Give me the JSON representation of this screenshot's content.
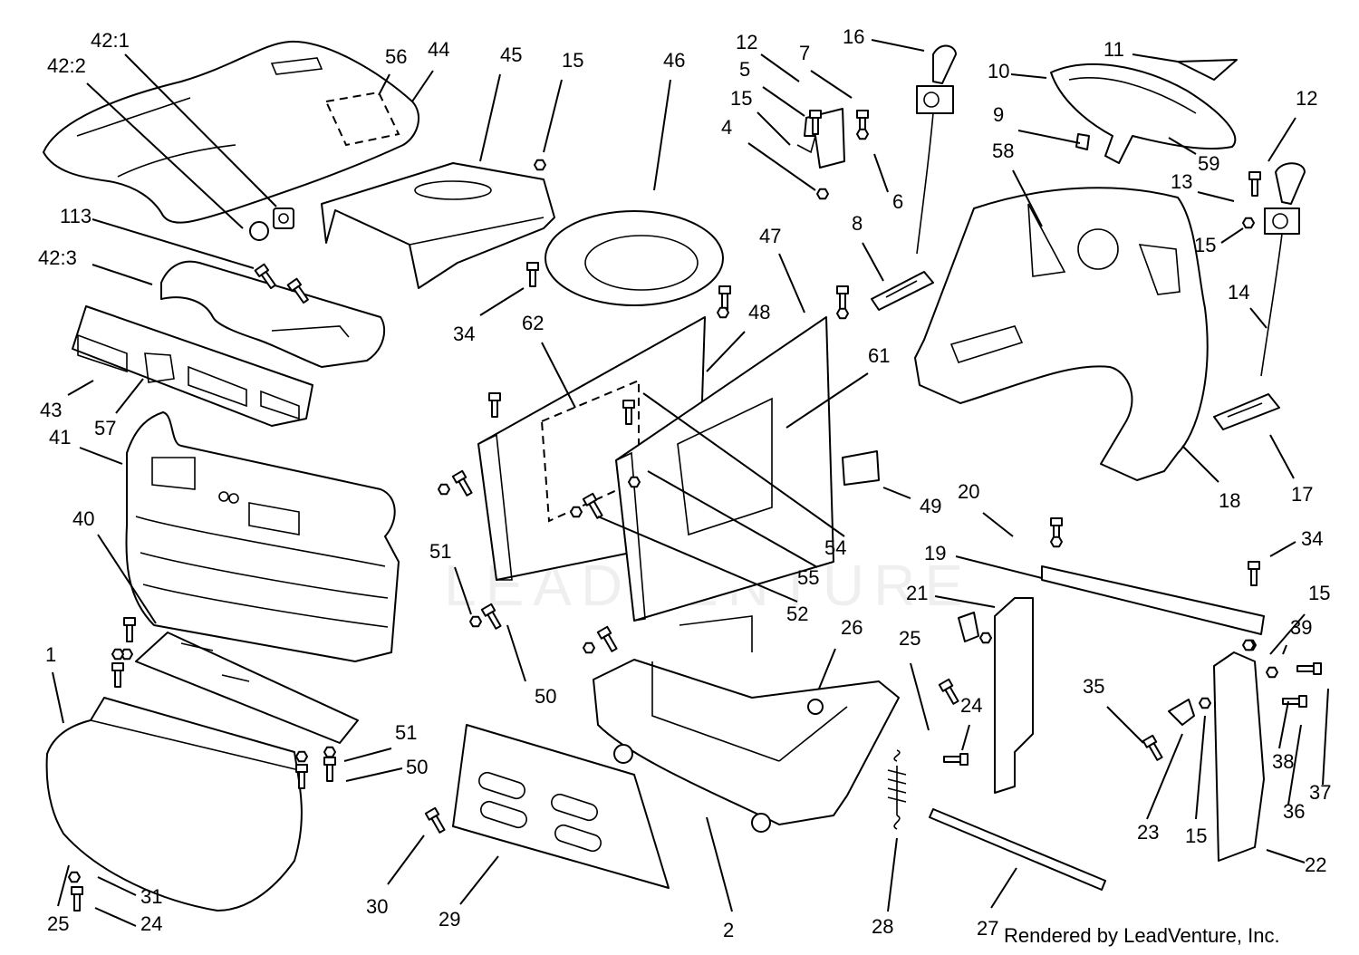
{
  "watermark": "LEADVENTURE",
  "credit": "Rendered by LeadVenture, Inc.",
  "callouts": [
    {
      "id": "p42_1",
      "label": "42:1"
    },
    {
      "id": "p42_2",
      "label": "42:2"
    },
    {
      "id": "p56",
      "label": "56"
    },
    {
      "id": "p44",
      "label": "44"
    },
    {
      "id": "p45",
      "label": "45"
    },
    {
      "id": "p15a",
      "label": "15"
    },
    {
      "id": "p46",
      "label": "46"
    },
    {
      "id": "p12a",
      "label": "12"
    },
    {
      "id": "p7",
      "label": "7"
    },
    {
      "id": "p16",
      "label": "16"
    },
    {
      "id": "p5",
      "label": "5"
    },
    {
      "id": "p15b",
      "label": "15"
    },
    {
      "id": "p4",
      "label": "4"
    },
    {
      "id": "p6",
      "label": "6"
    },
    {
      "id": "p11",
      "label": "11"
    },
    {
      "id": "p10",
      "label": "10"
    },
    {
      "id": "p9",
      "label": "9"
    },
    {
      "id": "p12b",
      "label": "12"
    },
    {
      "id": "p59",
      "label": "59"
    },
    {
      "id": "p58",
      "label": "58"
    },
    {
      "id": "p13",
      "label": "13"
    },
    {
      "id": "p15c",
      "label": "15"
    },
    {
      "id": "p113",
      "label": "113"
    },
    {
      "id": "p42_3",
      "label": "42:3"
    },
    {
      "id": "p34a",
      "label": "34"
    },
    {
      "id": "p8",
      "label": "8"
    },
    {
      "id": "p47",
      "label": "47"
    },
    {
      "id": "p62",
      "label": "62"
    },
    {
      "id": "p48",
      "label": "48"
    },
    {
      "id": "p14",
      "label": "14"
    },
    {
      "id": "p61",
      "label": "61"
    },
    {
      "id": "p43",
      "label": "43"
    },
    {
      "id": "p57",
      "label": "57"
    },
    {
      "id": "p41",
      "label": "41"
    },
    {
      "id": "p40",
      "label": "40"
    },
    {
      "id": "p54",
      "label": "54"
    },
    {
      "id": "p49",
      "label": "49"
    },
    {
      "id": "p20",
      "label": "20"
    },
    {
      "id": "p18",
      "label": "18"
    },
    {
      "id": "p17",
      "label": "17"
    },
    {
      "id": "p34b",
      "label": "34"
    },
    {
      "id": "p19",
      "label": "19"
    },
    {
      "id": "p51a",
      "label": "51"
    },
    {
      "id": "p55",
      "label": "55"
    },
    {
      "id": "p21",
      "label": "21"
    },
    {
      "id": "p15d",
      "label": "15"
    },
    {
      "id": "p52",
      "label": "52"
    },
    {
      "id": "p26",
      "label": "26"
    },
    {
      "id": "p25a",
      "label": "25"
    },
    {
      "id": "p39",
      "label": "39"
    },
    {
      "id": "p1",
      "label": "1"
    },
    {
      "id": "p50a",
      "label": "50"
    },
    {
      "id": "p35",
      "label": "35"
    },
    {
      "id": "p24a",
      "label": "24"
    },
    {
      "id": "p51b",
      "label": "51"
    },
    {
      "id": "p50b",
      "label": "50"
    },
    {
      "id": "p38",
      "label": "38"
    },
    {
      "id": "p37",
      "label": "37"
    },
    {
      "id": "p36",
      "label": "36"
    },
    {
      "id": "p23",
      "label": "23"
    },
    {
      "id": "p15e",
      "label": "15"
    },
    {
      "id": "p22",
      "label": "22"
    },
    {
      "id": "p31",
      "label": "31"
    },
    {
      "id": "p30",
      "label": "30"
    },
    {
      "id": "p29",
      "label": "29"
    },
    {
      "id": "p2",
      "label": "2"
    },
    {
      "id": "p28",
      "label": "28"
    },
    {
      "id": "p25b",
      "label": "25"
    },
    {
      "id": "p24b",
      "label": "24"
    },
    {
      "id": "p27",
      "label": "27"
    }
  ]
}
